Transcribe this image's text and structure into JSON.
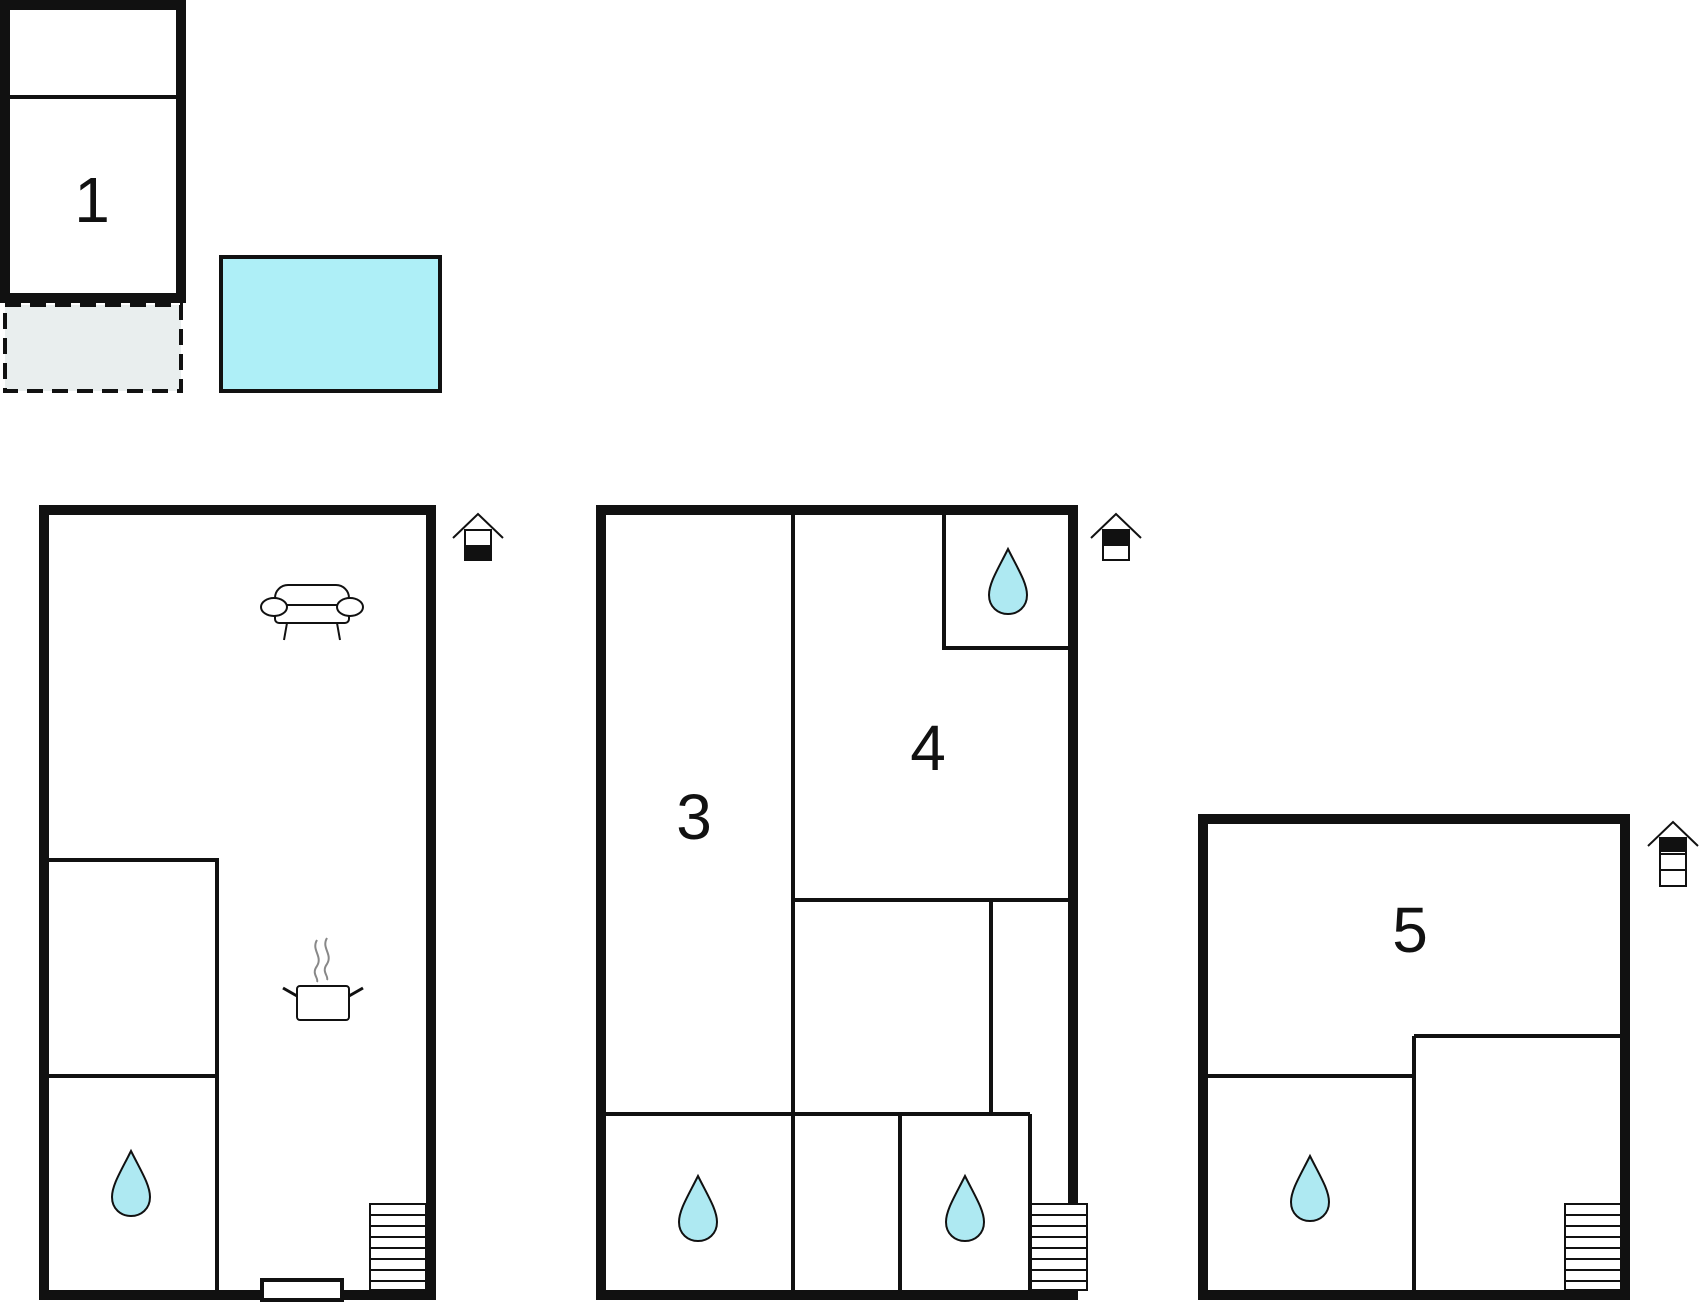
{
  "rooms": {
    "room_1": "1",
    "room_3": "3",
    "room_4": "4",
    "room_5": "5"
  },
  "colors": {
    "wall": "#111111",
    "water": "#aee9f2",
    "pool": "#aeeff7",
    "terrace": "#e9eeee"
  },
  "icons": {
    "sofa": "sofa-icon",
    "kitchen": "cooking-pot-icon",
    "water": "water-drop-icon",
    "stairs": "stairs-icon",
    "floor_indicator": "house-floor-icon",
    "door": "entrance-door-icon"
  },
  "floor_levels": [
    "ground",
    "first",
    "second"
  ]
}
